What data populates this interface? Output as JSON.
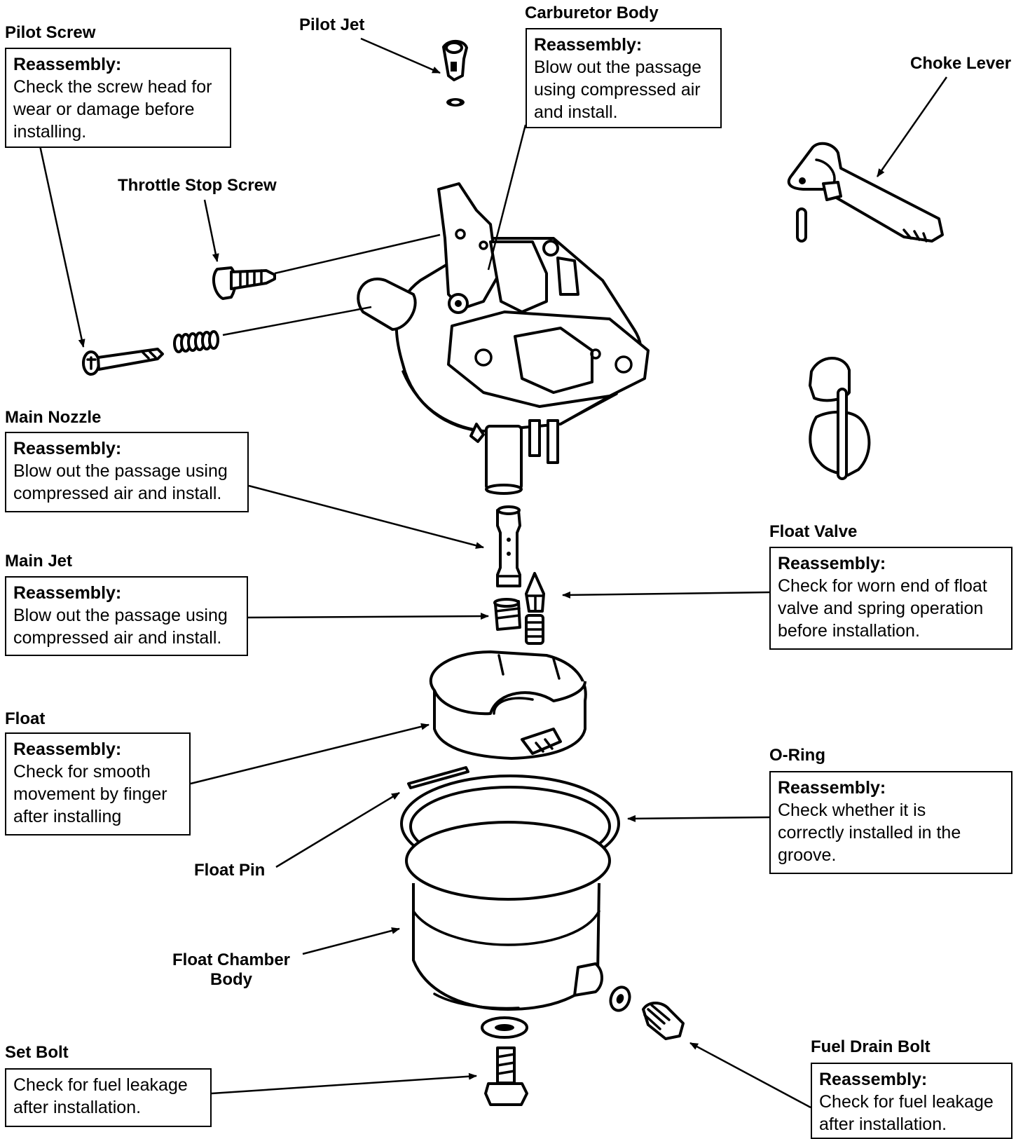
{
  "reassembly_heading": "Reassembly:",
  "parts": {
    "pilot_jet": {
      "label": "Pilot Jet"
    },
    "carburetor_body": {
      "label": "Carburetor Body",
      "note": "Blow out the passage\nusing compressed air\nand install."
    },
    "pilot_screw": {
      "label": "Pilot Screw",
      "note": "Check the screw head for\nwear or damage before\ninstalling."
    },
    "choke_lever": {
      "label": "Choke Lever"
    },
    "throttle_stop_screw": {
      "label": "Throttle Stop Screw"
    },
    "main_nozzle": {
      "label": "Main Nozzle",
      "note": "Blow out the passage using\ncompressed air and install."
    },
    "float_valve": {
      "label": "Float Valve",
      "note": "Check for worn end of float\nvalve and spring operation\nbefore installation."
    },
    "main_jet": {
      "label": "Main Jet",
      "note": "Blow out the passage using\ncompressed air and install."
    },
    "float": {
      "label": "Float",
      "note": "Check for smooth\nmovement by finger\nafter installing"
    },
    "o_ring": {
      "label": "O-Ring",
      "note": "Check whether it is\ncorrectly installed in the\ngroove."
    },
    "float_pin": {
      "label": "Float Pin"
    },
    "float_chamber_body": {
      "label": "Float Chamber\nBody"
    },
    "set_bolt": {
      "label": "Set Bolt",
      "note": "Check for fuel leakage\nafter installation."
    },
    "fuel_drain_bolt": {
      "label": "Fuel Drain Bolt",
      "note": "Check for fuel leakage\nafter installation."
    }
  }
}
